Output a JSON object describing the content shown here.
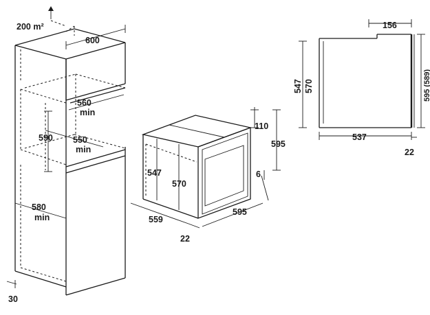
{
  "labels": {
    "ventilation": "200 m²",
    "niche_width": "600",
    "niche_inner_width": "560",
    "niche_inner_width_note": "min",
    "niche_depth": "550",
    "niche_depth_note": "min",
    "niche_height": "590",
    "cabinet_depth": "580",
    "cabinet_depth_note": "min",
    "plinth": "30",
    "oven_body_depth": "559",
    "oven_front_offset": "22",
    "oven_width": "595",
    "oven_height": "595",
    "oven_top_gap": "110",
    "oven_body_height_547": "547",
    "oven_body_height_570": "570",
    "oven_bottom_gap": "6",
    "side_top_width": "156",
    "side_height_547": "547",
    "side_height_570": "570",
    "side_total_height": "595 (589)",
    "side_depth": "537",
    "side_front_depth": "22"
  }
}
